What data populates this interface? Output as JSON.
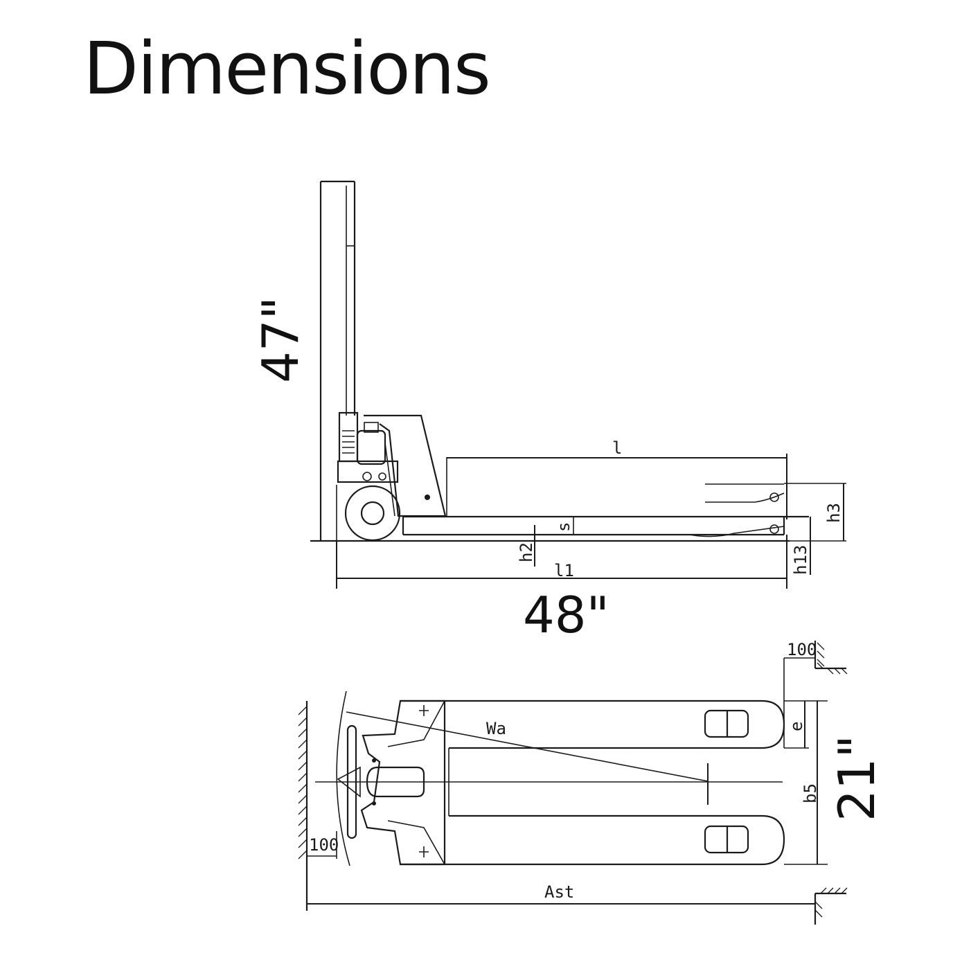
{
  "title": "Dimensions",
  "side_view": {
    "height_label": "47\"",
    "length_label": "48\"",
    "dim_l": "l",
    "dim_l1": "l1",
    "dim_h2": "h2",
    "dim_h3": "h3",
    "dim_h13": "h13",
    "dim_s": "s"
  },
  "top_view": {
    "width_label": "21\"",
    "dim_wa": "Wa",
    "dim_b5": "b5",
    "dim_e": "e",
    "dim_ast": "Ast",
    "clearance_top": "100",
    "clearance_left": "100"
  }
}
